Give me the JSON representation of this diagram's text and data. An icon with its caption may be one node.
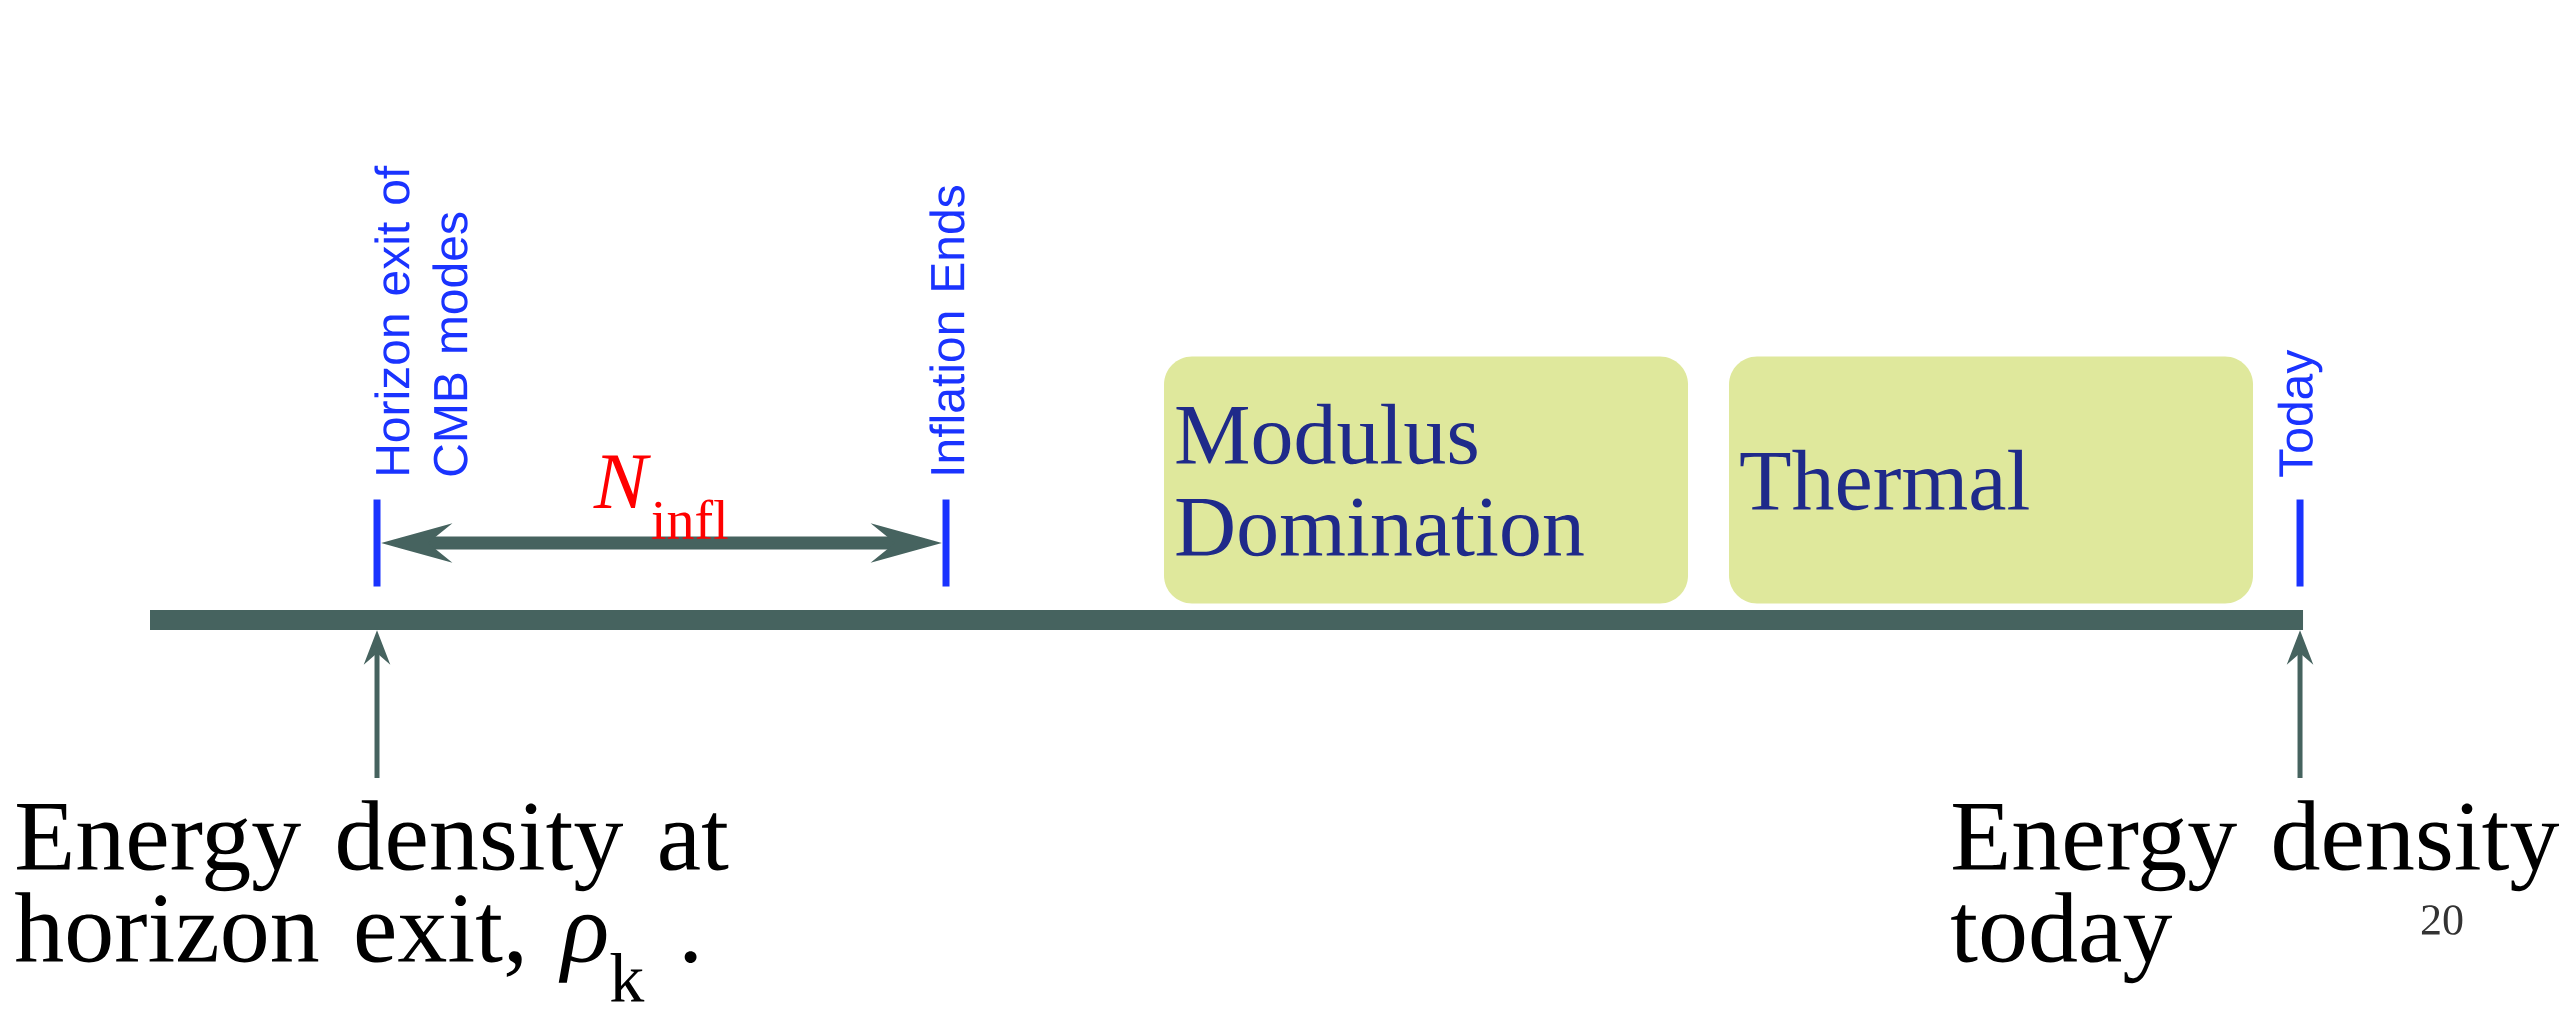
{
  "diagram": {
    "nodes": [
      {
        "text": [],
        "shape": "bar",
        "beside": [
          "Horizon exit of CMB modes"
        ]
      },
      {
        "text": [],
        "shape": "bar",
        "beside": [
          "Inflation Ends"
        ]
      },
      {
        "text": [
          "Modulus Domination"
        ]
      },
      {
        "text": [
          "Thermal"
        ]
      },
      {
        "text": [],
        "shape": "bar",
        "beside": [
          "Today"
        ]
      },
      {
        "text": [],
        "shape": "bar"
      },
      {
        "text": [
          "Energy density at horizon exit, *ρ*$_{k}$ ."
        ]
      },
      {
        "text": [
          "Energy density today"
        ]
      }
    ],
    "edges": [
      {
        "from": 0,
        "to": 1,
        "arrow": "both",
        "style": "thick",
        "label": "*N*$_{infl}$"
      },
      {
        "from": 6,
        "to": 5,
        "arrow": "to"
      },
      {
        "from": 7,
        "to": 5,
        "arrow": "to"
      }
    ],
    "labels": [
      "20"
    ]
  }
}
